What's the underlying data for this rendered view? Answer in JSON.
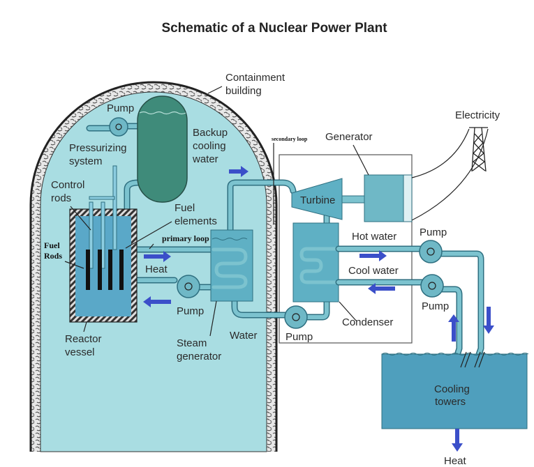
{
  "title": "Schematic of a Nuclear Power Plant",
  "labels": {
    "containment_1": "Containment",
    "containment_2": "building",
    "pump_pressurizer": "Pump",
    "backup_1": "Backup",
    "backup_2": "cooling",
    "backup_3": "water",
    "pressurizing_1": "Pressurizing",
    "pressurizing_2": "system",
    "control_1": "Control",
    "control_2": "rods",
    "fuel_el_1": "Fuel",
    "fuel_el_2": "elements",
    "primary_loop": "primary loop",
    "fuel_rods_1": "Fuel",
    "fuel_rods_2": "Rods",
    "heat_primary": "Heat",
    "pump_primary": "Pump",
    "reactor_1": "Reactor",
    "reactor_2": "vessel",
    "steam_1": "Steam",
    "steam_2": "generator",
    "water": "Water",
    "secondary_loop": "secondary loop",
    "generator": "Generator",
    "electricity": "Electricity",
    "turbine": "Turbine",
    "hot_water": "Hot water",
    "pump_hot": "Pump",
    "cool_water": "Cool water",
    "pump_cool": "Pump",
    "condenser": "Condenser",
    "pump_secondary": "Pump",
    "cooling_1": "Cooling",
    "cooling_2": "towers",
    "heat_out": "Heat"
  },
  "colors": {
    "containment_fill": "#a9dde2",
    "reactor_fill": "#5aa8c8",
    "pressurizer_fill": "#3f8b7a",
    "component_fill": "#5fb0c4",
    "arrow": "#3b4fc9"
  }
}
